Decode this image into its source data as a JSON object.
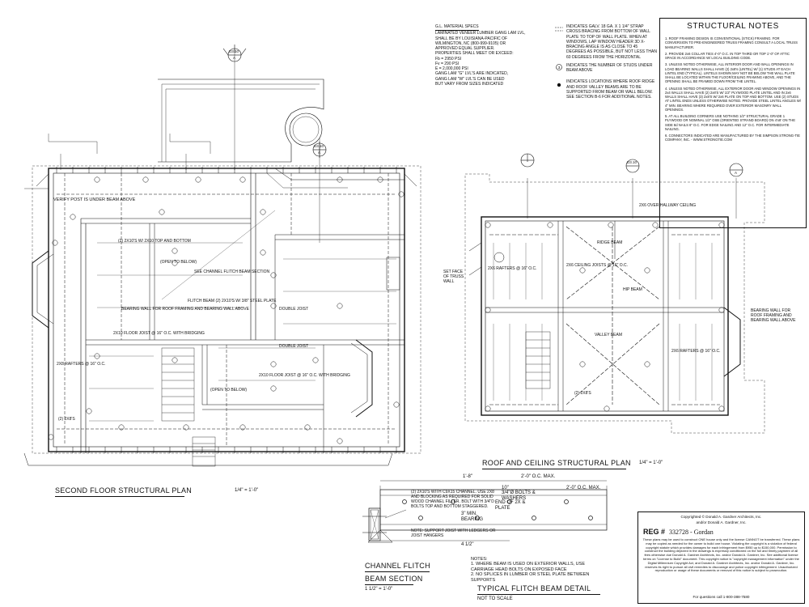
{
  "material_specs": {
    "heading": "G.L. MATERIAL SPECS",
    "lines": [
      "LAMINATED VENEER LUMBER GANG LAM LVL,",
      "SHALL BE BY LOUISIANA-PACIFIC OF",
      "WILMINGTON, NC (800-999-9105) OR",
      "APPROVED EQUAL SUPPLIER.",
      "PROPERTIES SHALL MEET OR EXCEED:",
      "Fb = 2950 PSI",
      "Fv = 290 PSI",
      "E = 2,000,000 PSI",
      "GANG LAM \"G\" LVL'S ARE INDICATED,",
      "GANG LAM \"W\" LVL'S CAN BE USED",
      "BUT VARY FROM SIZES INDICATED"
    ]
  },
  "legend": {
    "strap": "INDICATES GALV. 18 GA. X 1 1/4\" STRAP CROSS BRACING FROM BOTTOM OF WALL PLATE TO TOP OF WALL PLATE. WHEN AT WINDOWS, LAP WINDOW HEADER 3D X-BRACING ANGLE IS AS CLOSE TO 45 DEGREES AS POSSIBLE, BUT NOT LESS THAN 60 DEGREES FROM THE HORIZONTAL",
    "studs": "INDICATES THE NUMBER OF STUDS UNDER BEAM ABOVE",
    "ridge": "INDICATES LOCATIONS WHERE ROOF RIDGE AND ROOF VALLEY BEAMS ARE TO BE SUPPORTED FROM BEAM OR WALL BELOW. SEE SECTION B-6 FOR ADDITIONAL NOTES."
  },
  "structural_notes": {
    "title": "STRUCTURAL NOTES",
    "items": [
      "1. ROOF FRAMING DESIGN IS CONVENTIONAL (STICK) FRAMING. FOR CONVERSION TO PRE-ENGINEERED TRUSS FRAMING CONSULT A LOCAL TRUSS MANUFACTURER.",
      "2. PROVIDE 2x6 COLLAR TIES 4'-0\" O.C. IN TOP THIRD OR TOP 1'-0\" OF ATTIC SPACE IN ACCORDANCE W/ LOCAL BUILDING CODE.",
      "3. UNLESS NOTED OTHERWISE, ALL INTERIOR DOOR AND WALL OPENINGS IN LOAD BEARING WALLS SHALL HAVE (2) 2x8's (LINTEL) W/ (1) STUDS AT EACH LINTEL END (TYPICAL). LINTELS SHOWN MAY NOT BE BELOW THE WALL PLATE SHALL BE LOCATED WITHIN THE FLOOR/CEILING FRAMING ABOVE, AND THE OPENING SHALL BE FRAMED DOWN FROM THE LINTEL.",
      "4. UNLESS NOTED OTHERWISE, ALL EXTERIOR DOOR AND WINDOW OPENINGS IN 2x4 WALLS SHALL HAVE (2) 2x8'S W/ 1/2\" PLYWOOD PLATE LINTEL AND IN 2x6 WALLS SHALL HAVE (3) 2x8'S W/ 2x6 PLATE ON TOP AND BOTTOM. USE (2) STUDS AT LINTEL ENDS UNLESS OTHERWISE NOTED. PROVIDE STEEL LINTEL ANGLES W/ 4\" MIN. BEARING WHERE REQUIRED OVER EXTERIOR MASONRY WALL OPENINGS.",
      "5. AT ALL BUILDING CORNERS USE NOTHING 1/2\" STRUCTURAL GRADE 1 PLYWOOD OR NOMINAL 1/2\" OSB (ORIENTED STRAND BOARD) ON 4'x8' ON THE SIDE 8d NAILS 6\" O.C. FOR EDGE NAILING AND 12\" O.C. FOR INTERMEDIATE NAILING.",
      "6. CONNECTORS INDICATED ARE MANUFACTURED BY THE SIMPSON STRONG-TIE COMPANY, INC. - WWW.STRONGTIE.COM"
    ]
  },
  "second_floor": {
    "title": "SECOND FLOOR STRUCTURAL PLAN",
    "scale": "1/4\" = 1'-0\"",
    "labels": [
      "(OPEN TO BELOW)",
      "(OPEN TO BELOW)",
      "VERIFY POST IS UNDER BEAM ABOVE",
      "2X10 FLOOR JOIST @ 16\" O.C. WITH BRIDGING",
      "2X10 FLOOR JOIST @ 16\" O.C. WITH BRIDGING",
      "BEARING WALL FOR ROOF FRAMING AND BEARING WALL ABOVE",
      "DOUBLE JOIST",
      "DOUBLE JOIST",
      "(2) 2X10'S W/ 2X10 TOP AND BOTTOM",
      "FLITCH BEAM (2) 2X10'S W/ 3/8\" STEEL PLATE",
      "(2) 2X8'S",
      "2X8 RAFTERS @ 16\" O.C.",
      "SEE CHANNEL FLITCH BEAM SECTION"
    ]
  },
  "roof_ceiling": {
    "title": "ROOF AND CEILING STRUCTURAL PLAN",
    "scale": "1/4\" = 1'-0\"",
    "labels": [
      "2X6 RAFTERS @ 16\" O.C.",
      "2X6 RAFTERS @ 16\" O.C.",
      "2X6 CEILING JOISTS @ 16\" O.C.",
      "VALLEY BEAM",
      "HIP BEAM",
      "RIDGE BEAM",
      "(2) 2X8'S",
      "2X6 OVER HALLWAY CEILING",
      "BEARING WALL FOR ROOF FRAMING AND BEARING WALL ABOVE",
      "SET FACE OF TRUSS WALL"
    ]
  },
  "section_tags": [
    "D3.10",
    "A",
    "D3.10",
    "A",
    "D3.10",
    "A"
  ],
  "channel_note": "(2) 2X10'S WITH C9X15 CHANNEL. USE 2X8 AND BLOCKING AS REQUIRED FOR SOLID WOOD CHANNEL FILLER. BOLT WITH 3/4\"D BOLTS TOP AND BOTTOM STAGGERED.",
  "channel_note2": "NOTE: SUPPORT JOIST WITH LEDGERS OR JOIST HANGERS",
  "channel_title": [
    "CHANNEL FLITCH",
    "BEAM SECTION"
  ],
  "channel_scale": "1 1/2\" = 1'-0\"",
  "flitch_detail": {
    "title": "TYPICAL FLITCH BEAM DETAIL",
    "scale": "NOT TO SCALE",
    "end_label": "END OF 2X & PLATE",
    "bolts": "3/4\"Ø BOLTS & WASHERS",
    "spacing_top": "2'-0\" O.C. MAX.",
    "spacing_bot": "2'-0\" O.C. MAX.",
    "spacing_mid": "10\"",
    "dim_left": "1'-8\"",
    "dim_bottom_left": "4 1/2\"",
    "bearing": "3\" MIN. BEARING",
    "notes": [
      "NOTES:",
      "1. WHERE BEAM IS USED ON EXTERIOR WALLS, USE CARRIAGE HEAD BOLTS ON EXPOSED FACE",
      "2. NO SPLICES IN LUMBER OR STEEL PLATE BETWEEN SUPPORTS"
    ]
  },
  "copyright": {
    "line1": "Copyrighted © Donald A. Gardner Architects, Inc.",
    "line2": "and/or Donald A. Gardner, Inc.",
    "reg_label": "REG #",
    "reg_value": "332728 - Gordan",
    "body": "These plans may be used to construct ONE house only and the license CANNOT be transferred. These plans may be copied as needed for the owner to build one house. Violating the copyright is a violation of federal copyright statute which provides damages for each infringement from $950 up to $150,000. Permission to construct the building depicted in the drawings is expressly conditioned on the full and timely payment of all fees otherwise due Donald A. Gardner Architects, Inc. and/or Donald A. Gardner, Inc. See additional license terms on \"License to Build\" document. This copyright notice is \"copyright management information\" under the Digital Millennium Copyright Act, and Donald A. Gardner Architects, Inc. and/or Donald A. Gardner, Inc. reserves its right to pursue all civil remedies to discourage and police copyright infringement. Unauthorized reproduction or usage of these documents or removal of this notice is subject to prosecution.",
    "footer": "For questions call 1-800-388-7580"
  }
}
